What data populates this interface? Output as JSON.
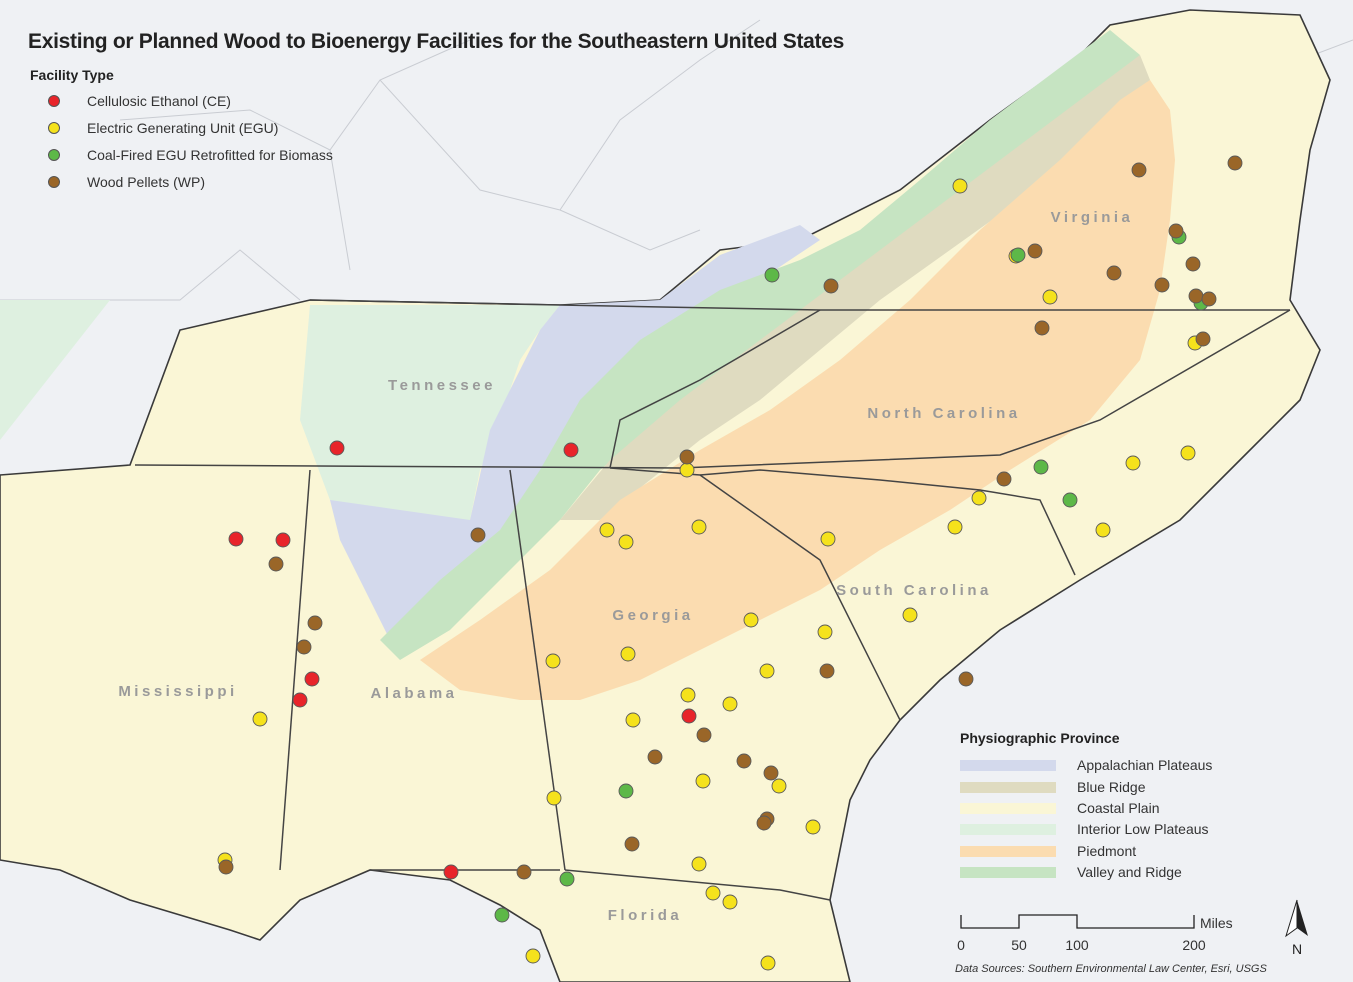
{
  "title": "Existing or Planned Wood to Bioenergy Facilities for the Southeastern United States",
  "facility_legend": {
    "heading": "Facility Type",
    "items": [
      {
        "label": "Cellulosic Ethanol (CE)",
        "color": "#e8242a"
      },
      {
        "label": "Electric Generating Unit (EGU)",
        "color": "#f5e21c"
      },
      {
        "label": "Coal-Fired EGU Retrofitted for Biomass",
        "color": "#5db848"
      },
      {
        "label": "Wood Pellets (WP)",
        "color": "#9a6628"
      }
    ]
  },
  "province_legend": {
    "heading": "Physiographic Province",
    "items": [
      {
        "label": "Appalachian Plateaus",
        "color": "#d3d9ec"
      },
      {
        "label": "Blue Ridge",
        "color": "#dfdbc0"
      },
      {
        "label": "Coastal Plain",
        "color": "#faf6d6"
      },
      {
        "label": "Interior Low Plateaus",
        "color": "#def0e0"
      },
      {
        "label": "Piedmont",
        "color": "#fbdcb0"
      },
      {
        "label": "Valley and Ridge",
        "color": "#c6e4c2"
      }
    ]
  },
  "state_labels": [
    "Virginia",
    "Tennessee",
    "North Carolina",
    "Mississippi",
    "Alabama",
    "Georgia",
    "South Carolina",
    "Florida"
  ],
  "scale_bar": {
    "unit": "Miles",
    "ticks": [
      "0",
      "50",
      "100",
      "200"
    ]
  },
  "north_label": "N",
  "data_sources": "Data Sources: Southern Environmental Law Center, Esri, USGS"
}
